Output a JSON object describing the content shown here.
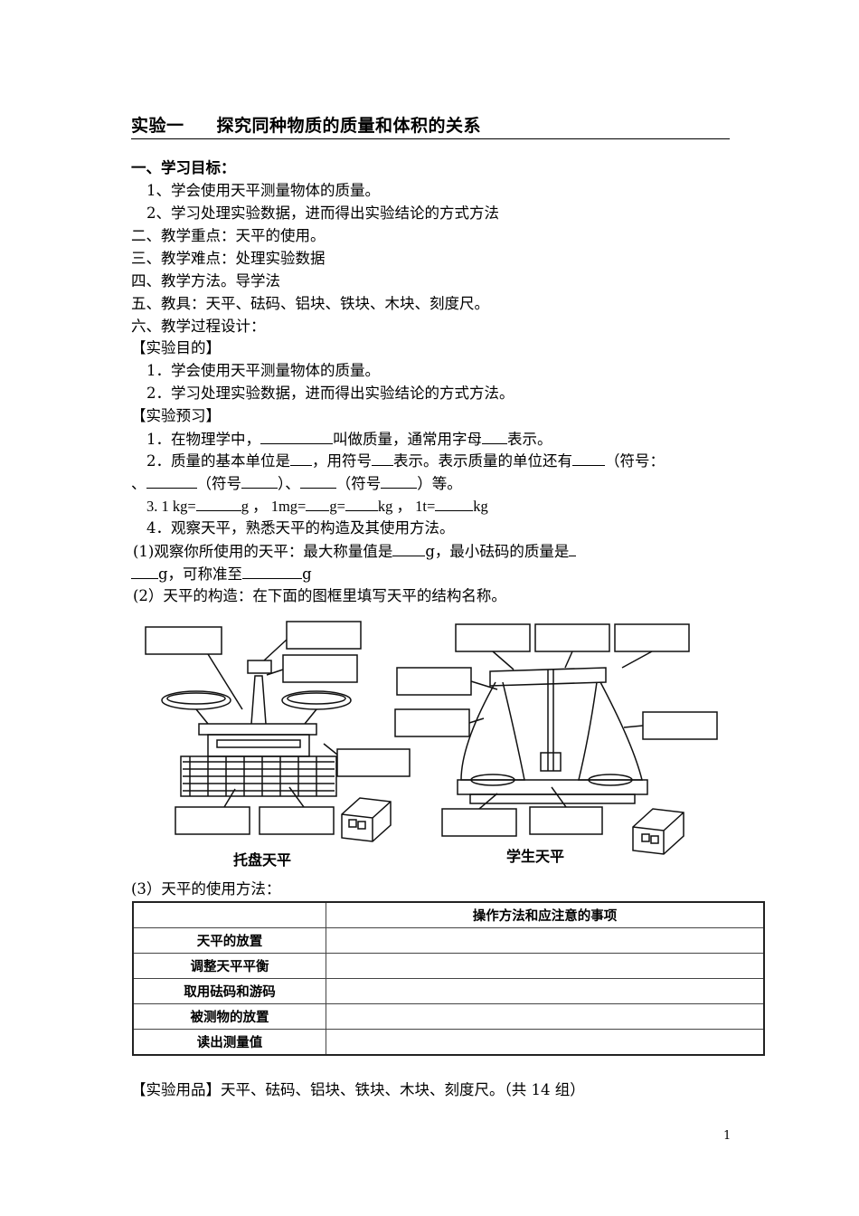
{
  "title": {
    "part1": "实验一",
    "part2": "探究同种物质的质量和体积的关系"
  },
  "sections": {
    "goals_heading": "一、学习目标：",
    "goal1": "1、学会使用天平测量物体的质量。",
    "goal2": "2、学习处理实验数据，进而得出实验结论的方式方法",
    "key_point": "二、教学重点：天平的使用。",
    "difficulty": "三、教学难点：处理实验数据",
    "method": "四、教学方法。导学法",
    "tools": "五、教具：天平、砝码、铝块、铁块、木块、刻度尺。",
    "process": "六、教学过程设计："
  },
  "purpose": {
    "heading": "【实验目的】",
    "item1": "1．学会使用天平测量物体的质量。",
    "item2": "2．学习处理实验数据，进而得出实验结论的方式方法。"
  },
  "preview": {
    "heading": "【实验预习】",
    "q1_a": "1．在物理学中，",
    "q1_b": "叫做质量，通常用字母",
    "q1_c": "表示。",
    "q2_a": "2．质量的基本单位是",
    "q2_b": "，用符号",
    "q2_c": "表示。表示质量的单位还有",
    "q2_d": "（符号：",
    "q2_e": "、",
    "q2_f": "（符号",
    "q2_g": "）、",
    "q2_h": "（符号",
    "q2_i": "）等。",
    "q3_a": "3. 1 kg=",
    "q3_b": "g ，  1mg=",
    "q3_c": "g=",
    "q3_d": "kg ，  1t=",
    "q3_e": "kg",
    "q4": "4．观察天平，熟悉天平的构造及其使用方法。",
    "q4_1a": "(1)观察你所使用的天平：最大称量值是",
    "q4_1b": "g，最小砝码的质量是",
    "q4_1c": "g，可称准至",
    "q4_1d": "g",
    "q4_2": "(2）天平的构造：在下面的图框里填写天平的结构名称。"
  },
  "diagram": {
    "left_caption": "托盘天平",
    "right_caption": "学生天平"
  },
  "usage": {
    "heading": "(3）天平的使用方法：",
    "header": "操作方法和应注意的事项",
    "rows": [
      "天平的放置",
      "调整天平平衡",
      "取用砝码和游码",
      "被测物的放置",
      "读出测量值"
    ]
  },
  "supplies": "【实验用品】天平、砝码、铝块、铁块、木块、刻度尺。（共 14 组）",
  "page_number": "1"
}
